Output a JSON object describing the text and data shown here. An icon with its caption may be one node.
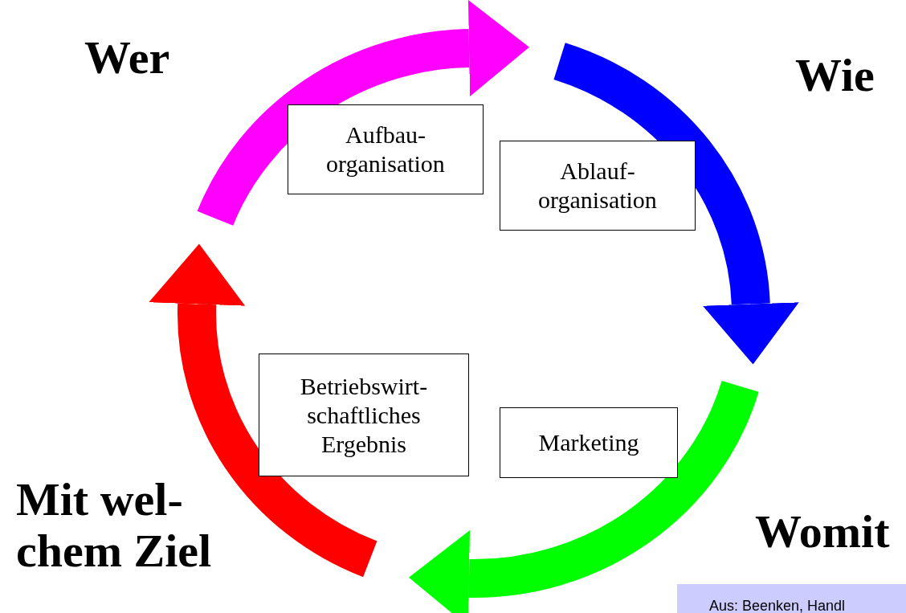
{
  "diagram": {
    "nodes": [
      {
        "text": [
          "Aufbau- organisation"
        ]
      },
      {
        "text": [
          "Ablauf- organisation"
        ]
      },
      {
        "text": [
          "Betriebswirt- schaftliches Ergebnis"
        ]
      },
      {
        "text": [
          "Marketing"
        ]
      }
    ],
    "labels": [
      "Wer",
      "Wie",
      "Mit wel- chem Ziel",
      "Womit",
      "Aus: Beenken, Handl"
    ]
  }
}
